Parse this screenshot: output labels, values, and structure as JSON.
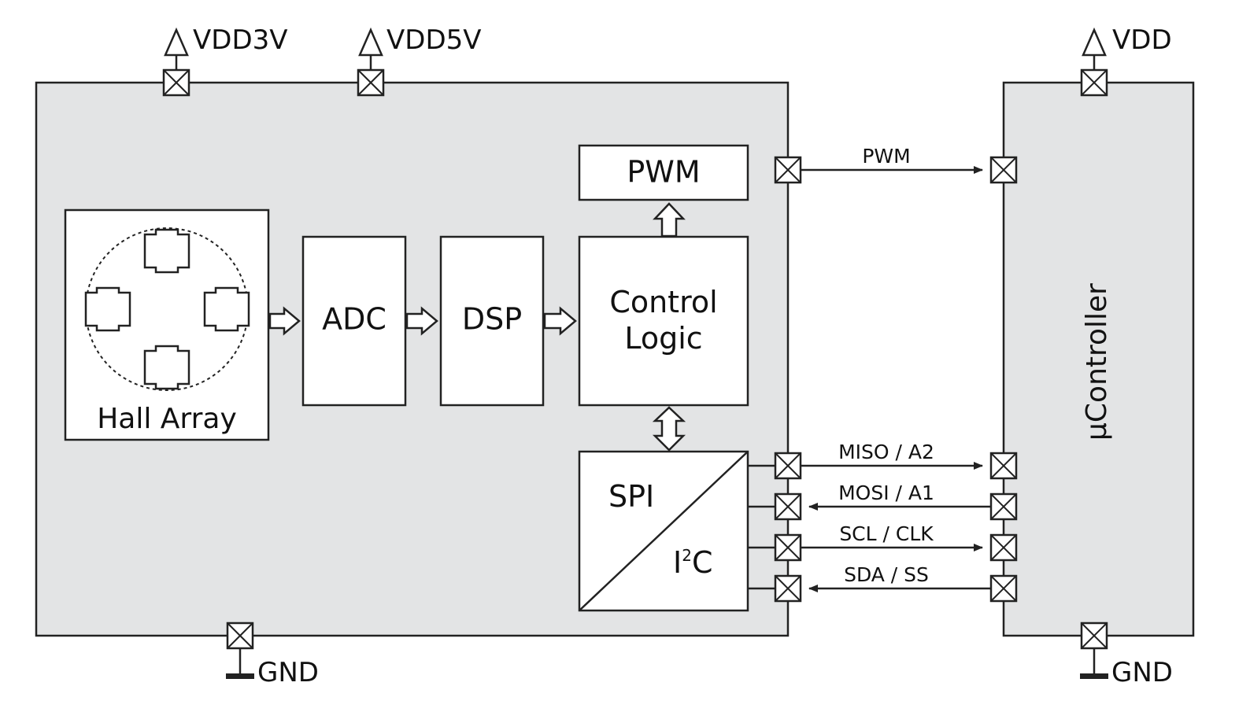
{
  "colors": {
    "chip_fill": "#e3e4e5",
    "block_fill": "#ffffff",
    "stroke": "#222222"
  },
  "power": {
    "vdd3v": "VDD3V",
    "vdd5v": "VDD5V",
    "vdd": "VDD",
    "gnd_sensor": "GND",
    "gnd_mcu": "GND"
  },
  "blocks": {
    "hall_array": "Hall Array",
    "adc": "ADC",
    "dsp": "DSP",
    "control_line1": "Control",
    "control_line2": "Logic",
    "pwm": "PWM",
    "spi": "SPI",
    "i2c_prefix": "I",
    "i2c_sup": "2",
    "i2c_suffix": "C"
  },
  "signals": {
    "pwm": "PWM",
    "miso": "MISO / A2",
    "mosi": "MOSI / A1",
    "scl": "SCL / CLK",
    "sda": "SDA / SS"
  },
  "microcontroller": {
    "label": "μController"
  }
}
